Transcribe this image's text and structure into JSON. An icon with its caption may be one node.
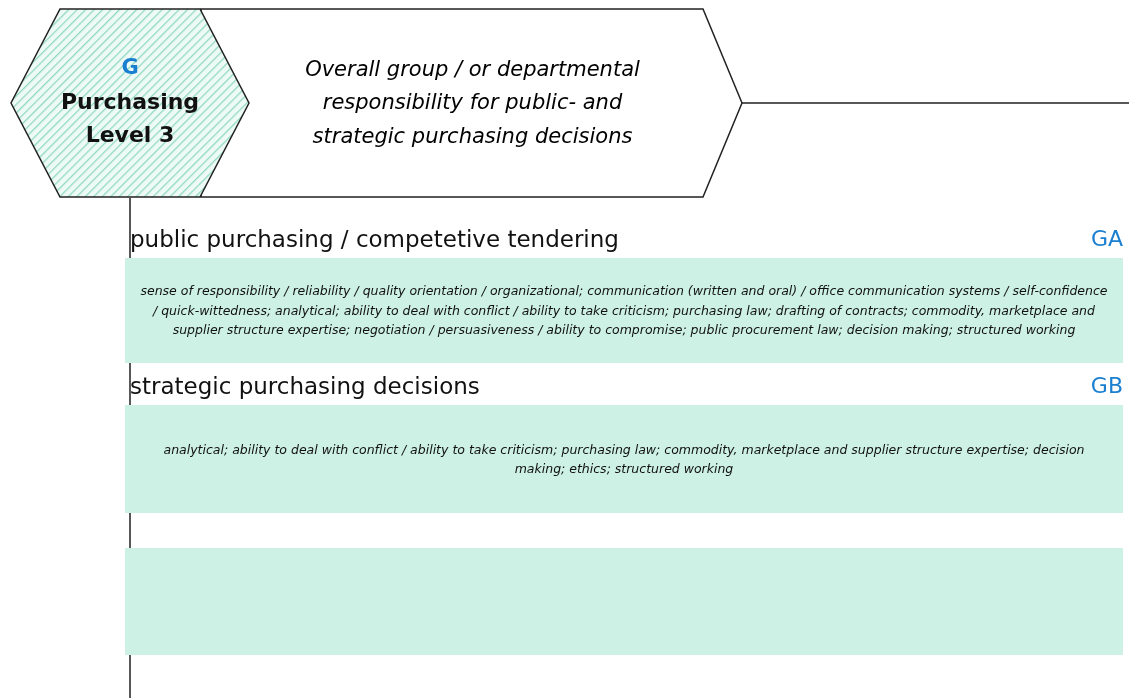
{
  "diagram": {
    "nodes": [
      {
        "text": [
          "G",
          "Purchasing Level 3"
        ]
      },
      {
        "text": [
          "Overall group / or departmental responsibility for public- and strategic purchasing decisions"
        ]
      },
      {
        "text": [
          "public purchasing / competetive tendering",
          "GA",
          "sense of responsibility / reliability / quality orientation / organizational; communication (written and oral)  / office communication systems / self-confidence / quick-wittedness; analytical; ability to deal with conflict / ability to take criticism; purchasing law; drafting of contracts; commodity, marketplace and supplier structure expertise; negotiation / persuasiveness / ability to compromise; public procurement law; decision making; structured working"
        ]
      },
      {
        "text": [
          "strategic purchasing decisions",
          "GB",
          "analytical; ability to deal with conflict / ability to take criticism; purchasing law; commodity, marketplace and supplier structure expertise; decision making; ethics; structured working"
        ]
      },
      {
        "text": [],
        "shape": "bar"
      }
    ],
    "edges": []
  }
}
